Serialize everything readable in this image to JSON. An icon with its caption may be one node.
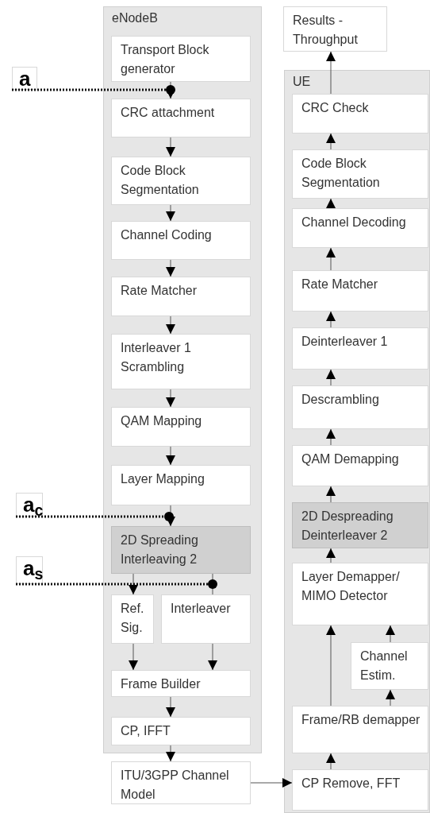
{
  "diagram": {
    "nodes": [
      {
        "text": [
          "eNodeB"
        ]
      },
      {
        "text": [
          "Transport Block generator"
        ],
        "in": 0
      },
      {
        "text": [
          "CRC attachment"
        ],
        "in": 0
      },
      {
        "text": [
          "Code Block Segmentation"
        ],
        "in": 0
      },
      {
        "text": [
          "Channel Coding"
        ],
        "in": 0
      },
      {
        "text": [
          "Rate Matcher"
        ],
        "in": 0
      },
      {
        "text": [
          "Interleaver 1 Scrambling"
        ],
        "in": 0
      },
      {
        "text": [
          "QAM Mapping"
        ],
        "in": 0
      },
      {
        "text": [
          "Layer Mapping"
        ],
        "in": 0
      },
      {
        "text": [
          "2D Spreading Interleaving 2"
        ],
        "in": 0
      },
      {
        "text": [
          "Ref. Sig."
        ],
        "in": 0
      },
      {
        "text": [
          "Interleaver"
        ],
        "in": 0
      },
      {
        "text": [
          "Frame Builder"
        ],
        "in": 0
      },
      {
        "text": [
          "CP, IFFT"
        ],
        "in": 0
      },
      {
        "text": [
          "ITU/3GPP Channel Model"
        ]
      },
      {
        "text": [
          "Results - Throughput"
        ]
      },
      {
        "text": [
          "UE"
        ]
      },
      {
        "text": [
          "CRC Check"
        ],
        "in": 16
      },
      {
        "text": [
          "Code Block Segmentation"
        ],
        "in": 16
      },
      {
        "text": [
          "Channel Decoding"
        ],
        "in": 16
      },
      {
        "text": [
          "Rate Matcher"
        ],
        "in": 16
      },
      {
        "text": [
          "Deinterleaver 1"
        ],
        "in": 16
      },
      {
        "text": [
          "Descrambling"
        ],
        "in": 16
      },
      {
        "text": [
          "QAM Demapping"
        ],
        "in": 16
      },
      {
        "text": [
          "2D Despreading Deinterleaver 2"
        ],
        "in": 16
      },
      {
        "text": [
          "Layer Demapper/ MIMO Detector"
        ],
        "in": 16
      },
      {
        "text": [
          "Channel Estim."
        ],
        "in": 16
      },
      {
        "text": [
          "Frame/RB demapper"
        ],
        "in": 16
      },
      {
        "text": [
          "CP Remove, FFT"
        ],
        "in": 16
      },
      {
        "text": [
          "a"
        ]
      },
      {
        "text": [
          "a$_{c}$"
        ]
      },
      {
        "text": [
          "a$_{s}$"
        ]
      },
      {
        "text": [],
        "shape": "circle",
        "in": 0
      },
      {
        "text": [],
        "shape": "circle",
        "in": 0
      },
      {
        "text": [],
        "shape": "circle",
        "in": 0
      }
    ],
    "edges": [
      {
        "from": 1,
        "to": 2,
        "arrow": "to"
      },
      {
        "from": 2,
        "to": 3,
        "arrow": "to"
      },
      {
        "from": 3,
        "to": 4,
        "arrow": "to"
      },
      {
        "from": 4,
        "to": 5,
        "arrow": "to"
      },
      {
        "from": 5,
        "to": 6,
        "arrow": "to"
      },
      {
        "from": 6,
        "to": 7,
        "arrow": "to"
      },
      {
        "from": 7,
        "to": 8,
        "arrow": "to"
      },
      {
        "from": 8,
        "to": 9,
        "arrow": "to"
      },
      {
        "from": 9,
        "to": 10,
        "arrow": "to"
      },
      {
        "from": 9,
        "to": 11,
        "arrow": "none"
      },
      {
        "from": 10,
        "to": 12,
        "arrow": "to"
      },
      {
        "from": 11,
        "to": 12,
        "arrow": "to"
      },
      {
        "from": 12,
        "to": 13,
        "arrow": "to"
      },
      {
        "from": 13,
        "to": 14,
        "arrow": "to"
      },
      {
        "from": 14,
        "to": 28,
        "arrow": "to"
      },
      {
        "from": 28,
        "to": 27,
        "arrow": "to"
      },
      {
        "from": 27,
        "to": 25,
        "arrow": "to"
      },
      {
        "from": 27,
        "to": 26,
        "arrow": "to"
      },
      {
        "from": 26,
        "to": 25,
        "arrow": "to"
      },
      {
        "from": 25,
        "to": 24,
        "arrow": "to"
      },
      {
        "from": 24,
        "to": 23,
        "arrow": "to"
      },
      {
        "from": 23,
        "to": 22,
        "arrow": "to"
      },
      {
        "from": 22,
        "to": 21,
        "arrow": "to"
      },
      {
        "from": 21,
        "to": 20,
        "arrow": "to"
      },
      {
        "from": 20,
        "to": 19,
        "arrow": "to"
      },
      {
        "from": 19,
        "to": 18,
        "arrow": "to"
      },
      {
        "from": 18,
        "to": 17,
        "arrow": "to"
      },
      {
        "from": 17,
        "to": 15,
        "arrow": "to"
      },
      {
        "from": 29,
        "to": 32,
        "arrow": "none",
        "style": "dashed"
      },
      {
        "from": 30,
        "to": 33,
        "arrow": "none",
        "style": "dashed"
      },
      {
        "from": 31,
        "to": 34,
        "arrow": "none",
        "style": "dashed"
      }
    ]
  }
}
